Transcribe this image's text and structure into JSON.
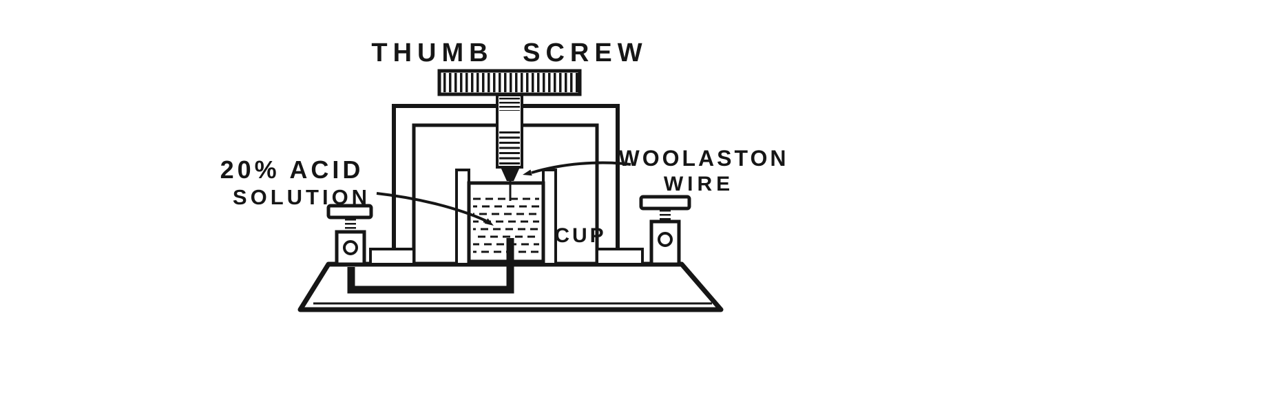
{
  "colors": {
    "ink": "#161616",
    "background": "#ffffff"
  },
  "diagram": {
    "type": "line-drawing",
    "subject": "electrolytic detector apparatus"
  },
  "labels": {
    "thumb_screw": "THUMB SCREW",
    "acid_solution": {
      "line1": "20% ACID",
      "line2": "SOLUTION"
    },
    "woolaston_wire": {
      "line1": "WOOLASTON",
      "line2": "WIRE"
    },
    "cup": "CUP"
  }
}
